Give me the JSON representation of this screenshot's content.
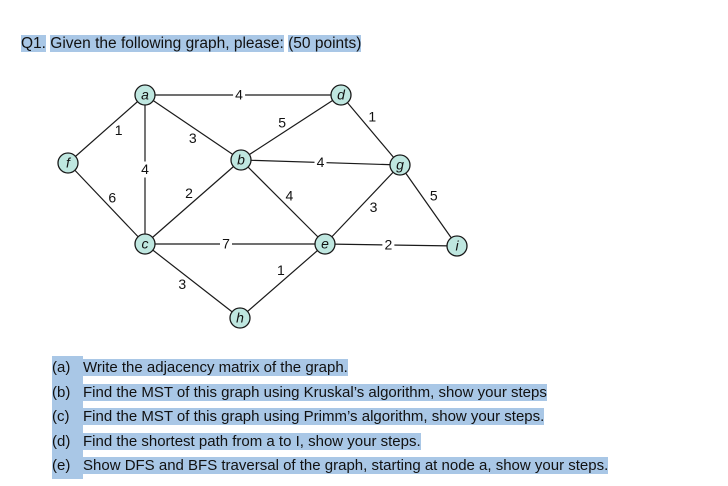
{
  "question": {
    "number": "Q1.",
    "text": "Given the following graph, please:",
    "points": "(50 points)"
  },
  "graph": {
    "nodes": [
      {
        "id": "a",
        "label": "a"
      },
      {
        "id": "b",
        "label": "b"
      },
      {
        "id": "c",
        "label": "c"
      },
      {
        "id": "d",
        "label": "d"
      },
      {
        "id": "e",
        "label": "e"
      },
      {
        "id": "f",
        "label": "f"
      },
      {
        "id": "g",
        "label": "g"
      },
      {
        "id": "h",
        "label": "h"
      },
      {
        "id": "i",
        "label": "i"
      }
    ],
    "edges": [
      {
        "from": "a",
        "to": "d",
        "weight": "4"
      },
      {
        "from": "a",
        "to": "f",
        "weight": "1"
      },
      {
        "from": "a",
        "to": "c",
        "weight": "4"
      },
      {
        "from": "a",
        "to": "b",
        "weight": "3"
      },
      {
        "from": "b",
        "to": "d",
        "weight": "5"
      },
      {
        "from": "b",
        "to": "g",
        "weight": "4"
      },
      {
        "from": "b",
        "to": "c",
        "weight": "2"
      },
      {
        "from": "b",
        "to": "e",
        "weight": "4"
      },
      {
        "from": "d",
        "to": "g",
        "weight": "1"
      },
      {
        "from": "f",
        "to": "c",
        "weight": "6"
      },
      {
        "from": "c",
        "to": "e",
        "weight": "7"
      },
      {
        "from": "c",
        "to": "h",
        "weight": "3"
      },
      {
        "from": "h",
        "to": "e",
        "weight": "1"
      },
      {
        "from": "e",
        "to": "g",
        "weight": "3"
      },
      {
        "from": "e",
        "to": "i",
        "weight": "2"
      },
      {
        "from": "g",
        "to": "i",
        "weight": "5"
      }
    ]
  },
  "tasks": [
    {
      "letter": "(a)",
      "text": "Write the adjacency matrix of the graph."
    },
    {
      "letter": "(b)",
      "text": "Find the MST of this graph using Kruskal’s algorithm, show your steps"
    },
    {
      "letter": "(c)",
      "text": "Find the MST of this graph using Primm’s algorithm, show your steps."
    },
    {
      "letter": "(d)",
      "text": "Find the shortest path from a to I, show your steps."
    },
    {
      "letter": "(e)",
      "text": "Show DFS and BFS traversal of the graph, starting at node a, show your steps."
    }
  ]
}
